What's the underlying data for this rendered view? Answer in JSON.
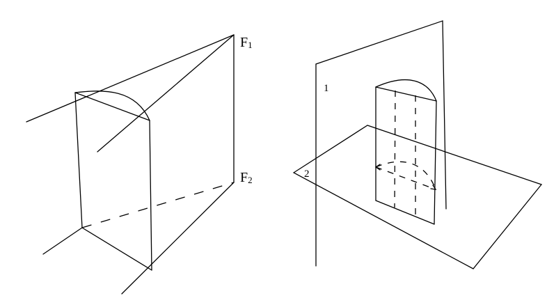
{
  "left_figure": {
    "label_f1_letter": "F",
    "label_f1_index": "1",
    "label_f2_letter": "F",
    "label_f2_index": "2"
  },
  "right_figure": {
    "label_plane_1": "1",
    "label_plane_2": "2"
  }
}
